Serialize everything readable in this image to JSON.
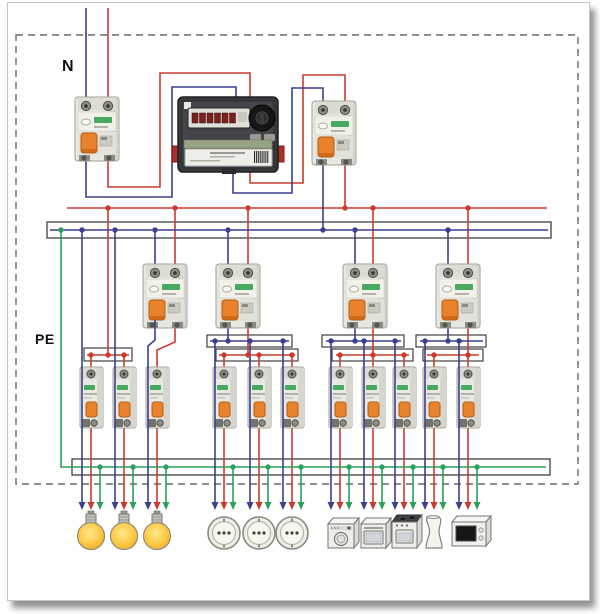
{
  "labels": {
    "neutral": "N",
    "earth": "PE"
  },
  "colors": {
    "live": "#cb3a2e",
    "neutral": "#3a3f8e",
    "earth": "#2aa15c",
    "lever_orange": "#e8822d",
    "brand_green": "#46a95f",
    "bus_outline": "#3f3f3f",
    "dashed_border": "#6a6a6a"
  },
  "components": {
    "supply_rcd": {
      "type": "rcd-2pole"
    },
    "energy_meter": {
      "type": "kwh-meter"
    },
    "secondary_rcd": {
      "type": "rcd-2pole"
    },
    "group_rcds": {
      "type": "rcd-2pole",
      "count": 4
    },
    "circuit_breakers": {
      "type": "mcb-1pole",
      "count": 11,
      "groups": [
        3,
        3,
        3,
        2
      ]
    }
  },
  "loads": [
    "light",
    "light",
    "light",
    "socket",
    "socket",
    "socket",
    "washing-machine",
    "oven",
    "stove",
    "water-heater",
    "microwave"
  ]
}
